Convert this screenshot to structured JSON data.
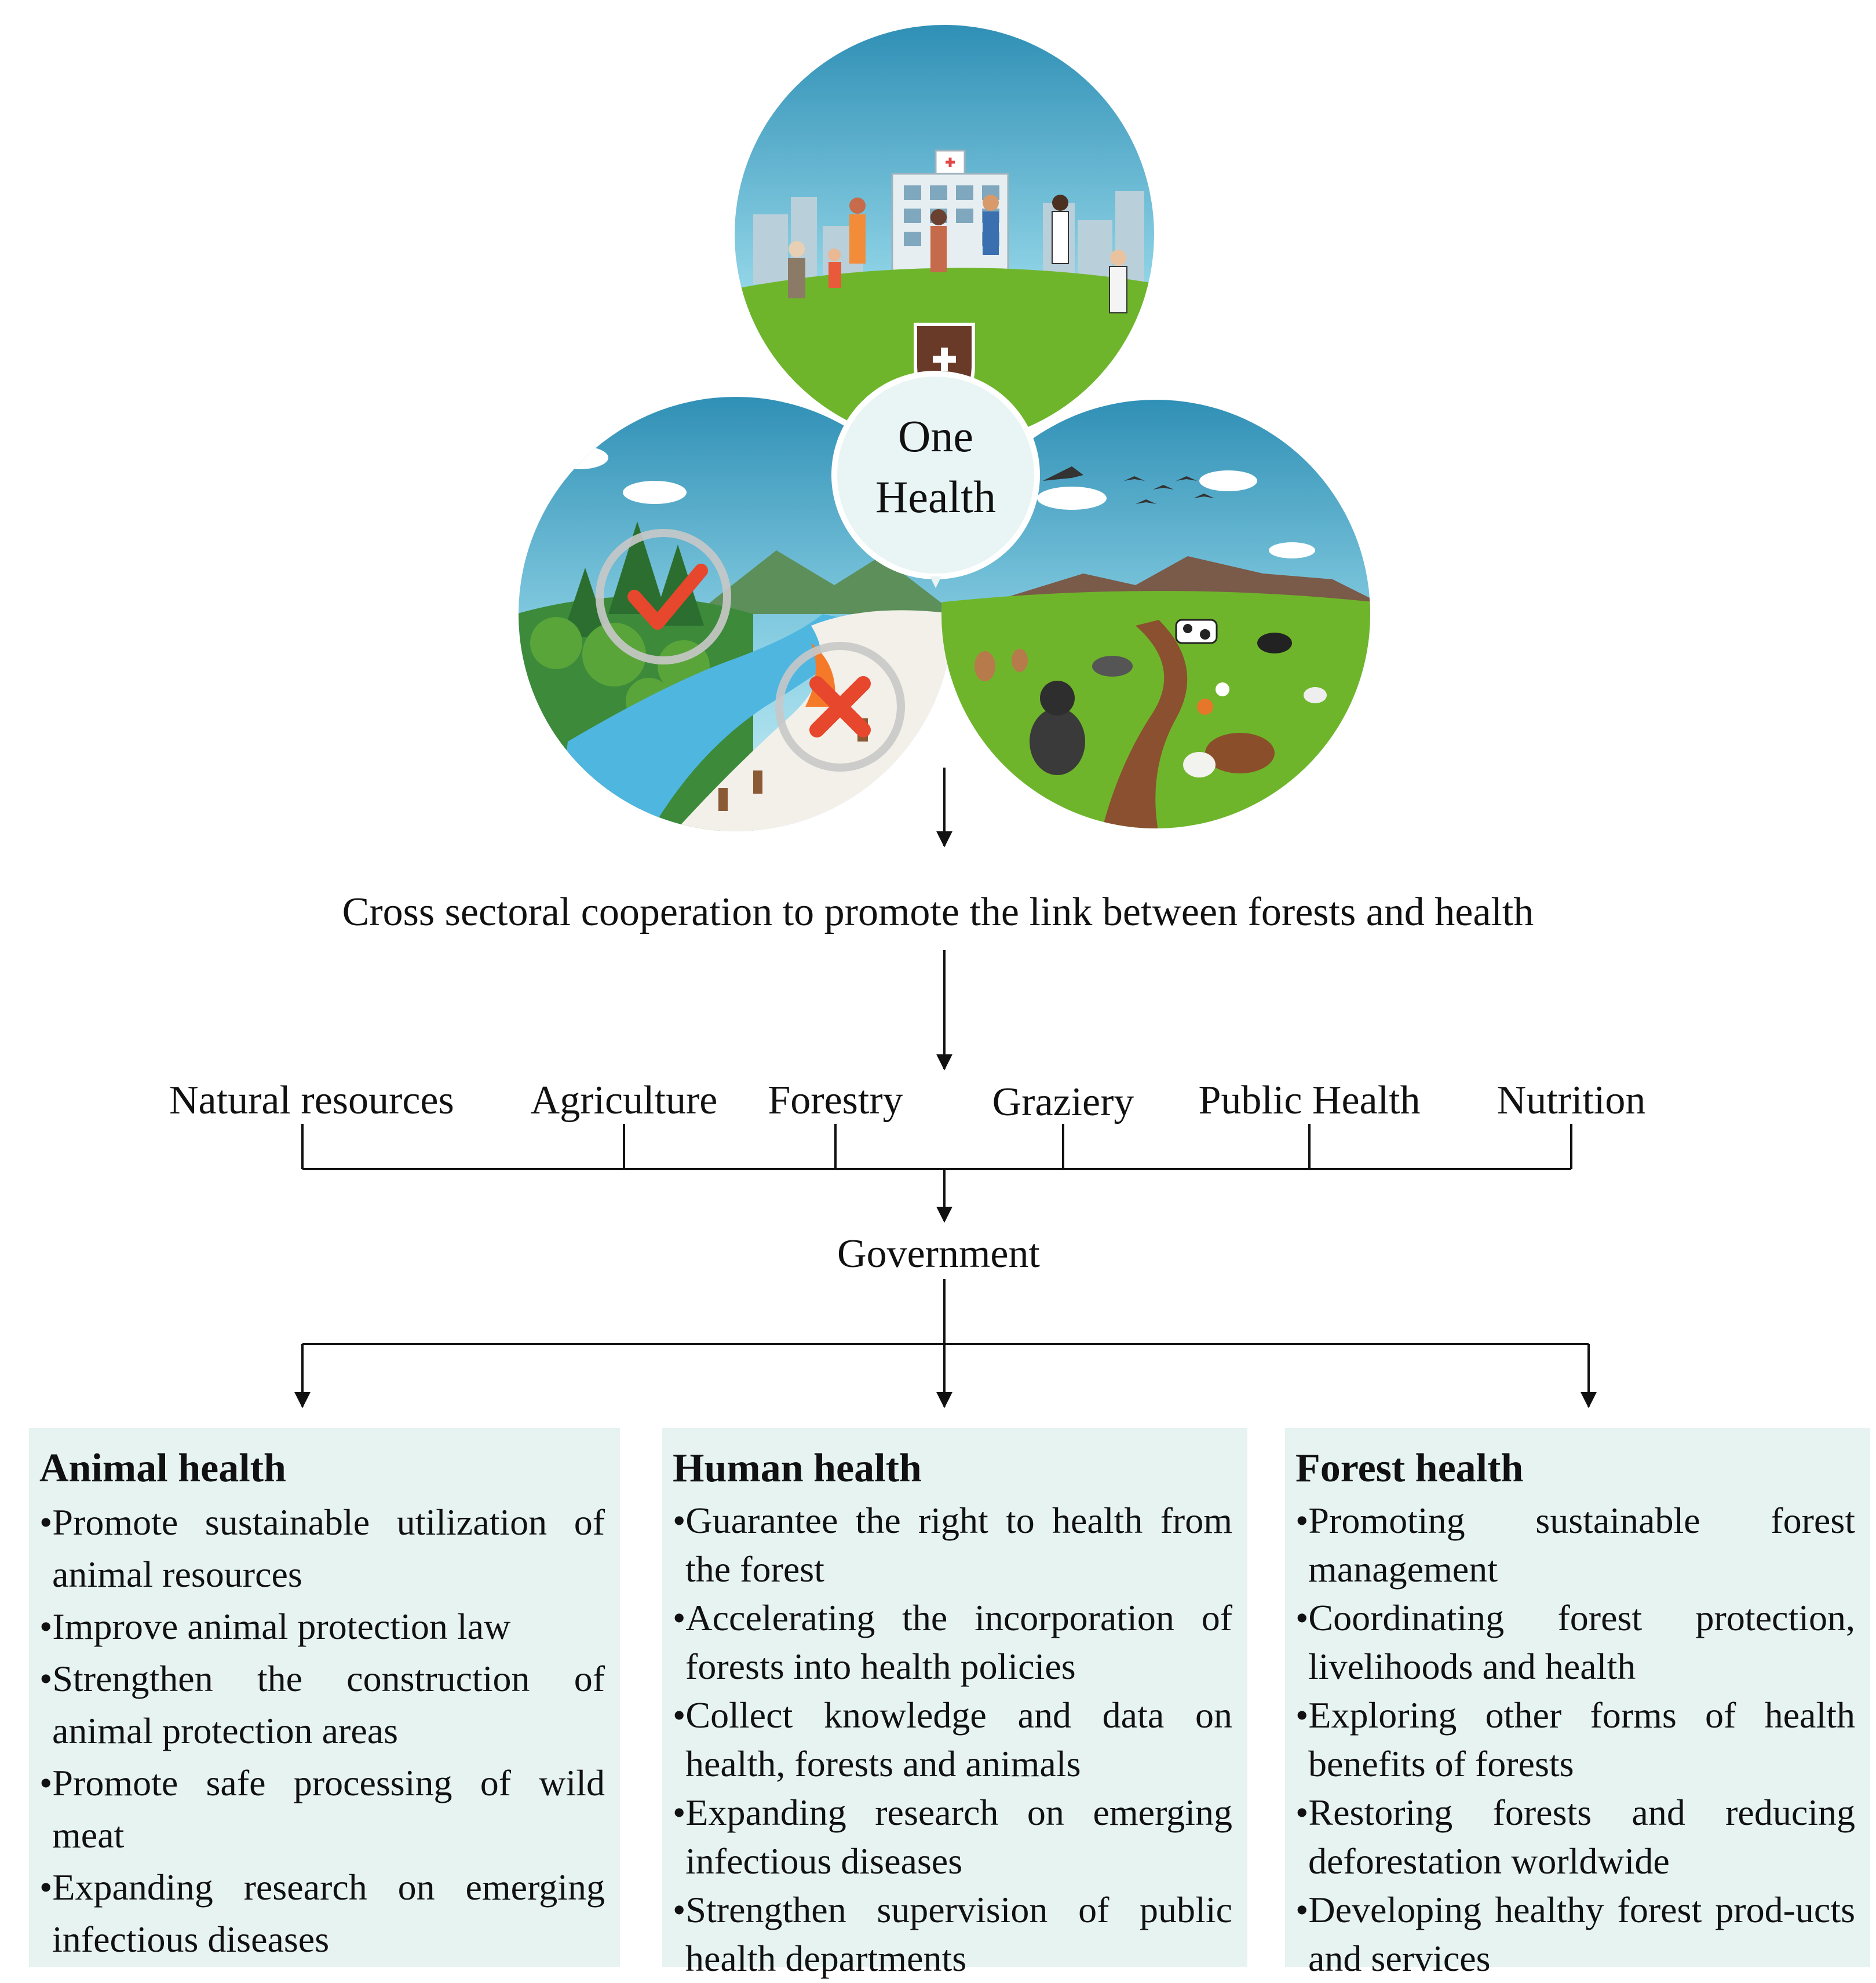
{
  "center": {
    "line1": "One",
    "line2": "Health"
  },
  "cooperation": "Cross sectoral cooperation to promote the link between forests and health",
  "sectors": [
    "Natural resources",
    "Agriculture",
    "Forestry",
    "Graziery",
    "Public Health",
    "Nutrition"
  ],
  "government": "Government",
  "boxes": [
    {
      "title": "Animal health",
      "items": [
        "Promote sustainable utilization of animal resources",
        "Improve animal protection law",
        "Strengthen the construction of animal protection areas",
        "Promote safe processing of wild meat",
        "Expanding research on emerging infectious diseases"
      ]
    },
    {
      "title": "Human health",
      "items": [
        "Guarantee the right to health from the forest",
        "Accelerating the incorporation of forests into health policies",
        "Collect knowledge and data on health, forests and animals",
        "Expanding research on emerging infectious diseases",
        "Strengthen supervision of public health departments"
      ]
    },
    {
      "title": "Forest health",
      "items": [
        "Promoting sustainable forest management",
        "Coordinating forest protection, livelihoods and health",
        "Exploring other forms of health benefits of forests",
        "Restoring forests and reducing deforestation worldwide",
        "Developing healthy forest prod-ucts and services"
      ]
    }
  ]
}
